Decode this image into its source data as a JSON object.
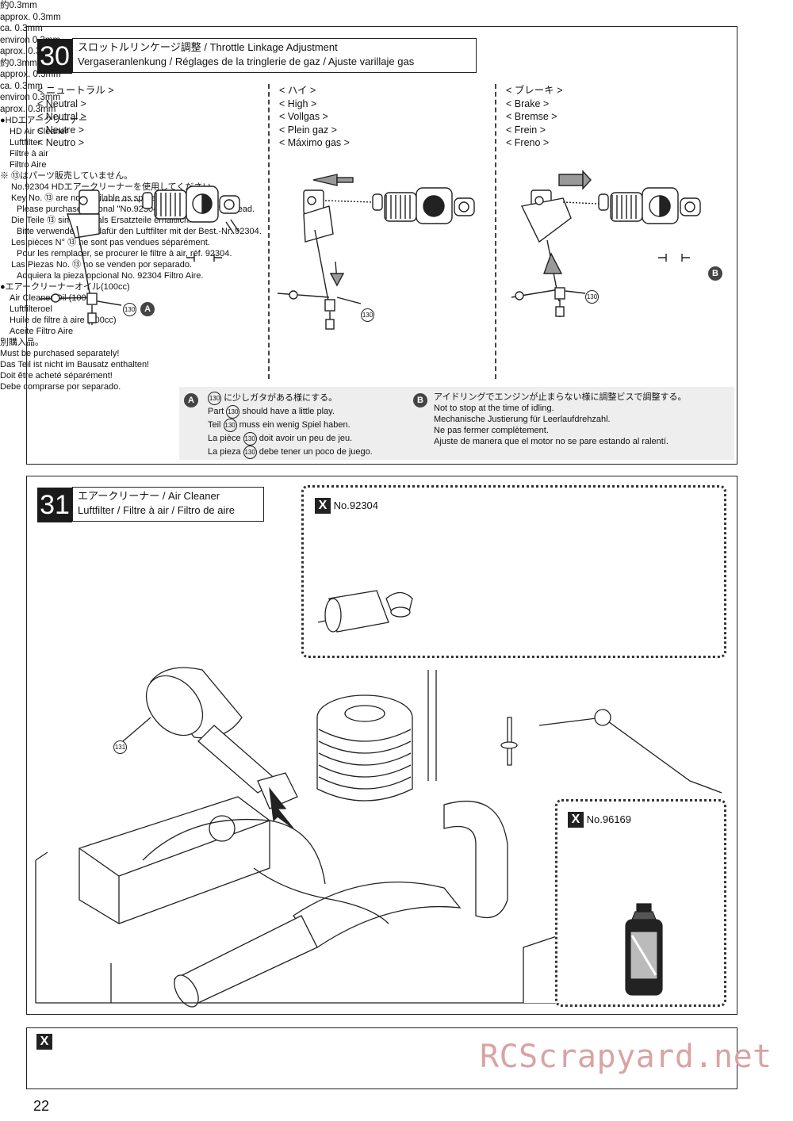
{
  "step30": {
    "number": "30",
    "title_line1": "スロットルリンケージ調整 / Throttle Linkage Adjustment",
    "title_line2": "Vergaseranlenkung / Réglages de la tringlerie de gaz / Ajuste varillaje gas",
    "neutral": [
      "< ニュートラル >",
      "< Neutral >",
      "< Neutral >",
      "< Neutre >",
      "< Neutro >"
    ],
    "high": [
      "< ハイ >",
      "< High >",
      "< Vollgas >",
      "< Plein gaz >",
      "< Máximo gas >"
    ],
    "brake": [
      "< ブレーキ >",
      "< Brake >",
      "< Bremse >",
      "< Frein >",
      "< Freno >"
    ],
    "gap_neutral": [
      "約0.3mm",
      "approx. 0.3mm",
      "ca. 0.3mm",
      "environ 0.3mm",
      "aprox. 0.3mm"
    ],
    "gap_brake": [
      "約0.3mm",
      "approx. 0.3mm",
      "ca. 0.3mm",
      "environ 0.3mm",
      "aprox. 0.3mm"
    ],
    "part_label": "130",
    "marker_a": "A",
    "marker_b": "B",
    "note_a": [
      "に少しガタがある様にする。",
      "should have a little play.",
      "muss ein wenig Spiel haben.",
      "doit avoir un peu de jeu.",
      "debe tener un poco de juego."
    ],
    "note_a_prefix": [
      "",
      "Part",
      "Teil",
      "La pièce",
      "La pieza"
    ],
    "note_b": [
      "アイドリングでエンジンが止まらない様に調整ビスで調整する。",
      "Not to stop at the time of idling.",
      "Mechanische Justierung für Leerlaufdrehzahl.",
      "Ne pas fermer complètement.",
      "Ajuste de manera que el motor no se pare estando al ralentí."
    ]
  },
  "step31": {
    "number": "31",
    "title_line1": "エアークリーナー / Air Cleaner",
    "title_line2": "Luftfilter / Filtre à air / Filtro de aire",
    "part_label": "131",
    "box1": {
      "x_label": "X",
      "part_no": "No.92304",
      "names": [
        "●HDエアークリーナー",
        "HD Air Cleaner",
        "Luftfilter",
        "Filtre à air",
        "Filtro Aire"
      ],
      "notes": [
        "※ ⑬はパーツ販売していません。",
        "No.92304 HDエアークリーナーを使用してください。",
        "Key No. ⑬ are not available as spare parts.",
        "Please purchase optional \"No.92304 HD Air Cleaner\" instead.",
        "Die Teile ⑬ sind nicht als Ersatzteile erhältlich.",
        "Bitte verwenden Sie dafür den Luftfilter mit der Best.-Nr. 92304.",
        "Les pièces N° ⑬ ne sont pas vendues séparément.",
        "Pour les remplacer, se procurer le filtre à air, réf. 92304.",
        "Las Piezas No. ⑬ no se venden por separado.",
        "Adquiera la pieza opcional No. 92304 Filtro Aire."
      ]
    },
    "box2": {
      "x_label": "X",
      "part_no": "No.96169",
      "names": [
        "●エアークリーナーオイル(100cc)",
        "Air Cleaner Oil (100cc)",
        "Luftfilteroel",
        "Huile de filtre à aire (100cc)",
        "Aceite Filtro Aire"
      ]
    }
  },
  "footer": {
    "x_label": "X",
    "lines": [
      "別購入品。",
      "Must be purchased separately!",
      "Das Teil ist nicht im Bausatz enthalten!",
      "Doit être acheté séparément!",
      "Debe comprarse por separado."
    ],
    "watermark": "RCScrapyard.net",
    "page_number": "22"
  }
}
